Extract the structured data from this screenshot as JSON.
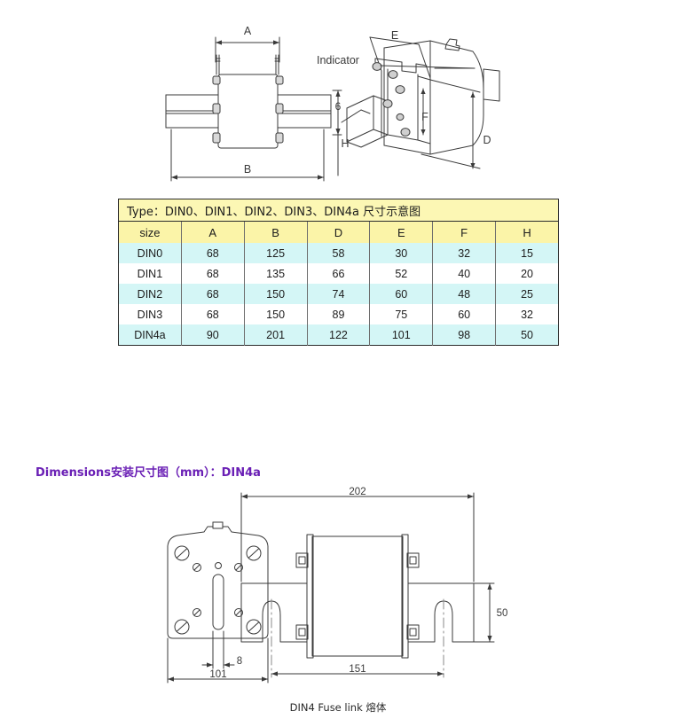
{
  "top_diagram": {
    "labels": {
      "a": "A",
      "b": "B",
      "h": "H",
      "d": "D",
      "e": "E",
      "f": "F",
      "six": "6",
      "indicator": "Indicator"
    }
  },
  "table": {
    "title": "Type：DIN0、DIN1、DIN2、DIN3、DIN4a 尺寸示意图",
    "columns": [
      "size",
      "A",
      "B",
      "D",
      "E",
      "F",
      "H"
    ],
    "rows": [
      {
        "size": "DIN0",
        "A": "68",
        "B": "125",
        "D": "58",
        "E": "30",
        "F": "32",
        "H": "15"
      },
      {
        "size": "DIN1",
        "A": "68",
        "B": "135",
        "D": "66",
        "E": "52",
        "F": "40",
        "H": "20"
      },
      {
        "size": "DIN2",
        "A": "68",
        "B": "150",
        "D": "74",
        "E": "60",
        "F": "48",
        "H": "25"
      },
      {
        "size": "DIN3",
        "A": "68",
        "B": "150",
        "D": "89",
        "E": "75",
        "F": "60",
        "H": "32"
      },
      {
        "size": "DIN4a",
        "A": "90",
        "B": "201",
        "D": "122",
        "E": "101",
        "F": "98",
        "H": "50"
      }
    ]
  },
  "dimensions_section": {
    "heading": "Dimensions安装尺寸图（mm）：DIN4a",
    "heading_color": "#6a1fb5",
    "caption": "DIN4 Fuse link 熔体",
    "drawing_labels": {
      "width_202": "202",
      "height_50": "50",
      "width_151": "151",
      "width_101": "101",
      "slot_8": "8"
    }
  }
}
